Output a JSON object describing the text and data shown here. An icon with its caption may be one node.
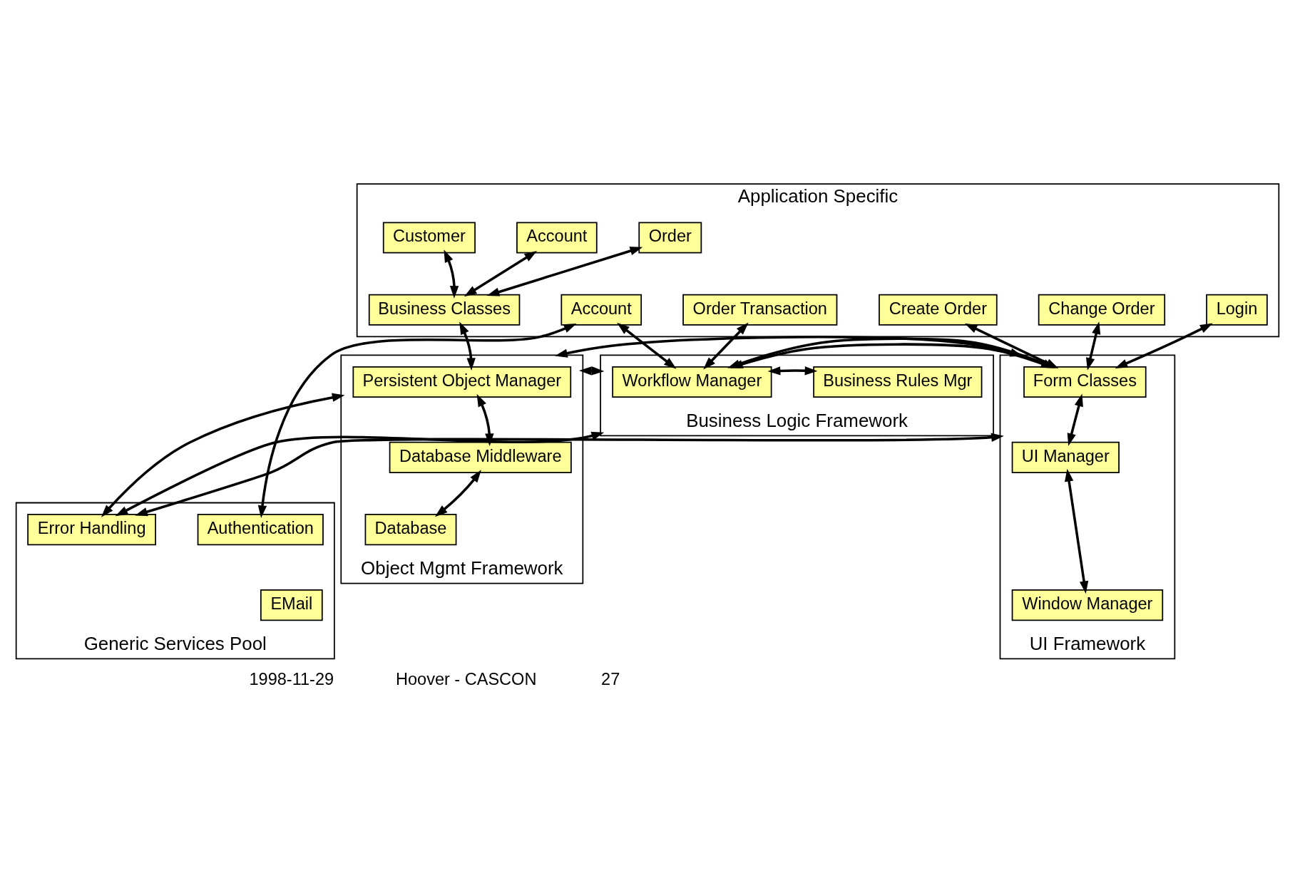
{
  "diagram": {
    "nodes": [
      {
        "text": [
          "Application Specific"
        ]
      },
      {
        "text": [
          "Customer"
        ],
        "in": 0
      },
      {
        "text": [
          "Account"
        ],
        "in": 0
      },
      {
        "text": [
          "Order"
        ],
        "in": 0
      },
      {
        "text": [
          "Business Classes"
        ],
        "in": 0
      },
      {
        "text": [
          "Order Transaction"
        ],
        "in": 0
      },
      {
        "text": [
          "Account"
        ],
        "in": 0
      },
      {
        "text": [
          "Create Order"
        ],
        "in": 0
      },
      {
        "text": [
          "Change Order"
        ],
        "in": 0
      },
      {
        "text": [
          "Login"
        ],
        "in": 0
      },
      {
        "text": [
          "Object Mgmt Framework"
        ]
      },
      {
        "text": [
          "Persistent Object Manager"
        ],
        "in": 10
      },
      {
        "text": [
          "Database Middleware"
        ],
        "in": 10
      },
      {
        "text": [
          "Database"
        ],
        "in": 10
      },
      {
        "text": [
          "Business Logic Framework"
        ]
      },
      {
        "text": [
          "Workflow Manager"
        ],
        "in": 14
      },
      {
        "text": [
          "Business Rules Mgr"
        ],
        "in": 14
      },
      {
        "text": [
          "Generic Services Pool"
        ]
      },
      {
        "text": [
          "Error Handling"
        ],
        "in": 17
      },
      {
        "text": [
          "Authentication"
        ],
        "in": 17
      },
      {
        "text": [
          "EMail"
        ],
        "in": 17
      },
      {
        "text": [
          "UI Framework"
        ]
      },
      {
        "text": [
          "Form Classes"
        ],
        "in": 21
      },
      {
        "text": [
          "UI Manager"
        ],
        "in": 21
      },
      {
        "text": [
          "Window Manager"
        ],
        "in": 21
      }
    ],
    "edges": [
      {
        "from": 1,
        "to": 4,
        "arrow": "both"
      },
      {
        "from": 2,
        "to": 4,
        "arrow": "both"
      },
      {
        "from": 3,
        "to": 4,
        "arrow": "both"
      },
      {
        "from": 4,
        "to": 11,
        "arrow": "both"
      },
      {
        "from": 5,
        "to": 15,
        "arrow": "both"
      },
      {
        "from": 6,
        "to": 15,
        "arrow": "both"
      },
      {
        "from": 6,
        "to": 19,
        "arrow": "both"
      },
      {
        "from": 7,
        "to": 22,
        "arrow": "both"
      },
      {
        "from": 8,
        "to": 22,
        "arrow": "both"
      },
      {
        "from": 9,
        "to": 22,
        "arrow": "both"
      },
      {
        "from": 11,
        "to": 12,
        "arrow": "both"
      },
      {
        "from": 12,
        "to": 13,
        "arrow": "both"
      },
      {
        "from": 15,
        "to": 16,
        "arrow": "both"
      },
      {
        "from": 10,
        "to": 14,
        "arrow": "both"
      },
      {
        "from": 14,
        "to": 21,
        "arrow": "both"
      },
      {
        "from": 10,
        "to": 21,
        "arrow": "both"
      },
      {
        "from": 14,
        "to": 18,
        "arrow": "both"
      },
      {
        "from": 10,
        "to": 18,
        "arrow": "both"
      },
      {
        "from": 18,
        "to": 21,
        "arrow": "both"
      },
      {
        "from": 22,
        "to": 23,
        "arrow": "both"
      },
      {
        "from": 23,
        "to": 24,
        "arrow": "both"
      }
    ],
    "labels": [
      "1998-11-29",
      "Hoover - CASCON",
      "27"
    ]
  }
}
